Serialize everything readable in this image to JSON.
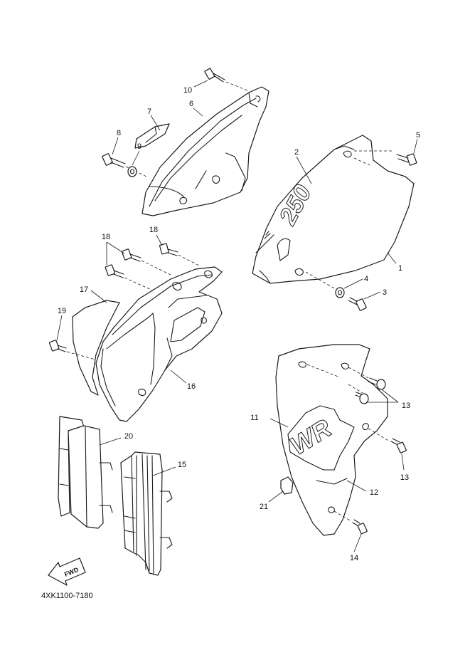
{
  "diagram": {
    "part_code": "4XK1100-7180",
    "fwd_label": "FWD",
    "decals": {
      "number_plate_text": "250",
      "shroud_text": "WR"
    },
    "callouts": {
      "c1": "1",
      "c2": "2",
      "c3": "3",
      "c4": "4",
      "c5": "5",
      "c6": "6",
      "c7": "7",
      "c8": "8",
      "c9": "9",
      "c10": "10",
      "c11": "11",
      "c12": "12",
      "c13a": "13",
      "c13b": "13",
      "c14": "14",
      "c15": "15",
      "c16": "16",
      "c17": "17",
      "c18a": "18",
      "c18b": "18",
      "c19": "19",
      "c20": "20",
      "c21": "21"
    }
  }
}
